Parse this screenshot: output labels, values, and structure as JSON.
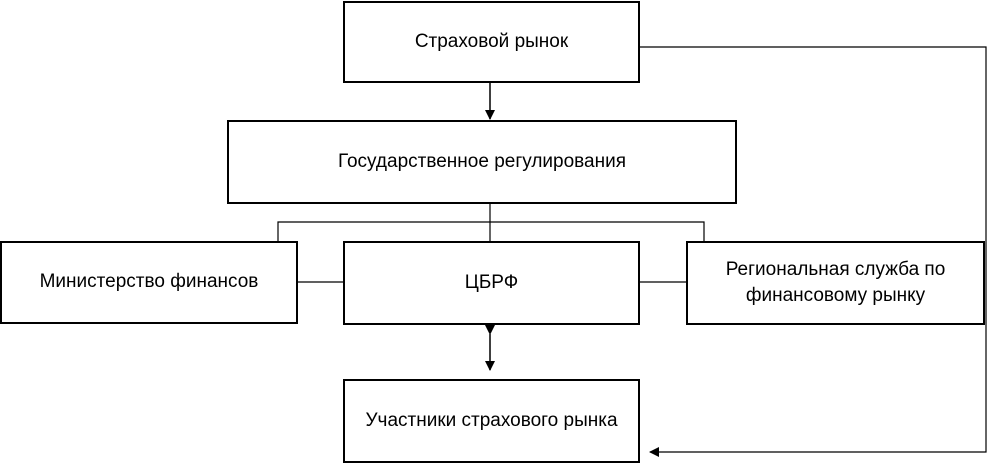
{
  "diagram": {
    "nodes": {
      "insurance_market": {
        "label": "Страховой рынок"
      },
      "state_regulation": {
        "label": "Государственное регулирования"
      },
      "ministry_of_finance": {
        "label": "Министерство финансов"
      },
      "cbrf": {
        "label": "ЦБРФ"
      },
      "regional_service": {
        "label": "Региональная служба по финансовому рынку"
      },
      "market_participants": {
        "label": "Участники страхового рынка"
      }
    },
    "edges": [
      {
        "from": "insurance_market",
        "to": "state_regulation",
        "style": "arrow"
      },
      {
        "from": "state_regulation",
        "to": "ministry_of_finance",
        "style": "line"
      },
      {
        "from": "state_regulation",
        "to": "cbrf",
        "style": "line"
      },
      {
        "from": "state_regulation",
        "to": "regional_service",
        "style": "line"
      },
      {
        "from": "ministry_of_finance",
        "to": "cbrf",
        "style": "line"
      },
      {
        "from": "cbrf",
        "to": "regional_service",
        "style": "line"
      },
      {
        "from": "cbrf",
        "to": "market_participants",
        "style": "double-arrow"
      },
      {
        "from": "insurance_market",
        "to": "market_participants",
        "style": "arrow"
      }
    ],
    "line_color": "#000000"
  }
}
